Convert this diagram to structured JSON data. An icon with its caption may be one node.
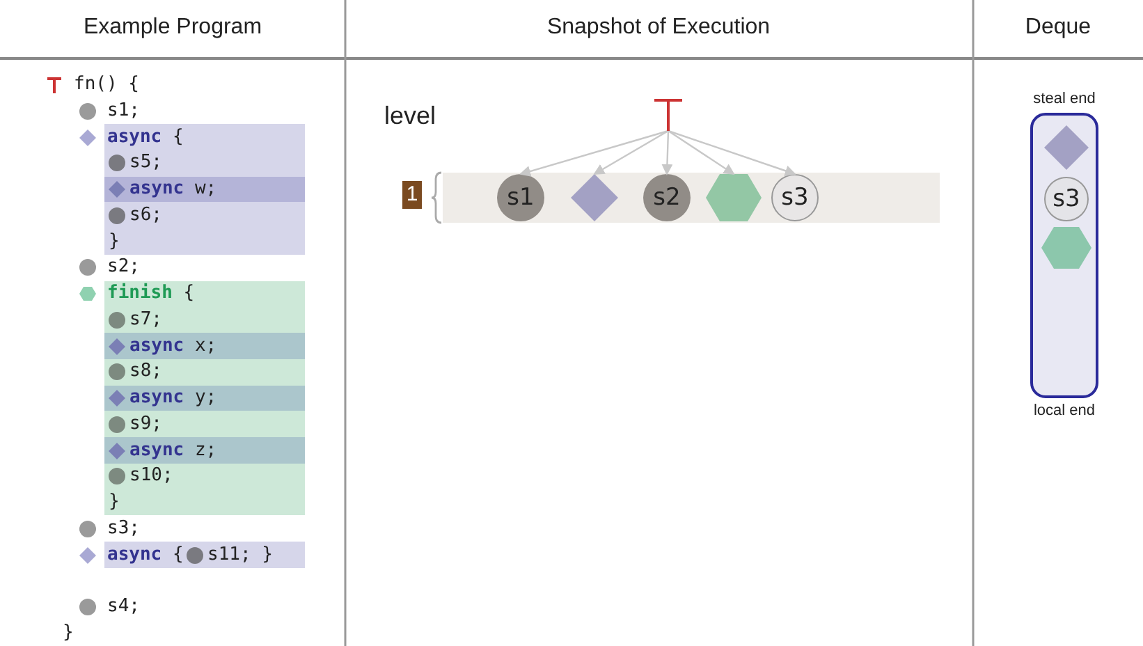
{
  "diagram": {
    "nodes": [
      {
        "text": [],
        "shape": "picture"
      },
      {
        "text": [],
        "shape": "bar"
      },
      {
        "text": [
          "s1"
        ],
        "in": 1
      },
      {
        "text": [],
        "shape": "diamond",
        "in": 1
      },
      {
        "text": [
          "s2"
        ],
        "in": 1
      },
      {
        "text": [],
        "shape": "hexagon",
        "in": 1
      },
      {
        "text": [
          "s3"
        ],
        "in": 1
      },
      {
        "text": [],
        "shape": "box",
        "beside": [
          "steal end",
          "local end"
        ]
      },
      {
        "text": [],
        "shape": "diamond",
        "in": 7
      },
      {
        "text": [
          "s3"
        ],
        "in": 7
      },
      {
        "text": [],
        "shape": "hexagon",
        "in": 7
      }
    ],
    "edges": [
      {
        "from": 0,
        "to": 2,
        "arrow": "to"
      },
      {
        "from": 0,
        "to": 3,
        "arrow": "to"
      },
      {
        "from": 0,
        "to": 4,
        "arrow": "to"
      },
      {
        "from": 0,
        "to": 5,
        "arrow": "to"
      },
      {
        "from": 0,
        "to": 6,
        "arrow": "to"
      }
    ],
    "labels": [
      "Example Program",
      "Snapshot of Execution",
      "Deque",
      "fn() {",
      "s1;",
      "**async** {",
      "s5;",
      "**async** w;",
      "s6;",
      "}",
      "s2;",
      "**finish** {",
      "s7;",
      "**async** x;",
      "s8;",
      "**async** y;",
      "s9;",
      "**async** z;",
      "s10;",
      "}",
      "s3;",
      "**async** {",
      "s11; }",
      "s4;",
      "}",
      "level",
      "1"
    ]
  }
}
